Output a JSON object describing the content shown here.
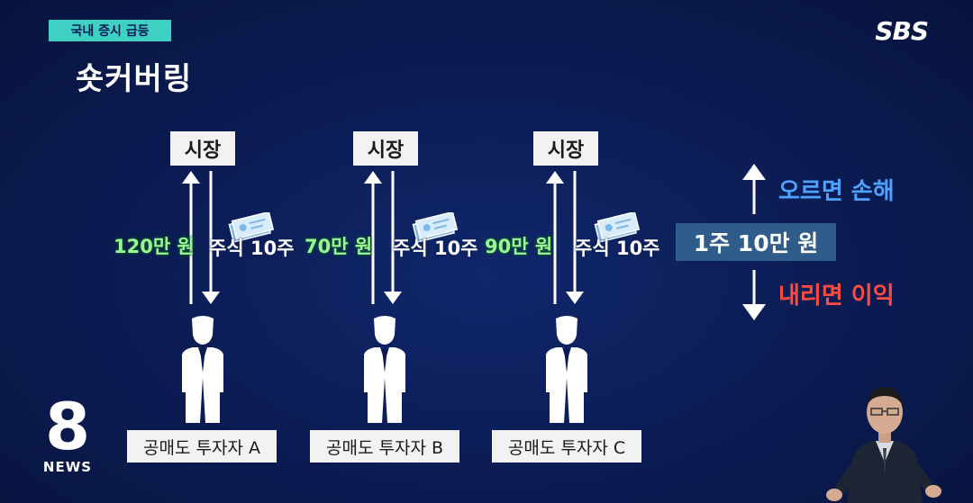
{
  "header": {
    "topic_tag": "국내 증시 급등",
    "title": "숏커버링",
    "channel_logo": "SBS"
  },
  "diagram": {
    "groups": [
      {
        "market": "시장",
        "money": "120만 원",
        "stock": "주식 10주",
        "investor": "공매도 투자자 A"
      },
      {
        "market": "시장",
        "money": "70만 원",
        "stock": "주식 10주",
        "investor": "공매도 투자자 B"
      },
      {
        "market": "시장",
        "money": "90만 원",
        "stock": "주식 10주",
        "investor": "공매도 투자자 C"
      }
    ],
    "price": "1주  10만 원",
    "rise_label": "오르면 손해",
    "fall_label": "내리면 이익"
  },
  "footer": {
    "news_number": "8",
    "news_label": "NEWS"
  },
  "icons": [
    "up-down-arrow-icon",
    "stock-certificate-icon",
    "person-icon",
    "up-arrow-icon",
    "down-arrow-icon"
  ],
  "colors": {
    "background": "#0b1b52",
    "tag": "#3fd0c4",
    "money": "#9af59a",
    "rise": "#4ea1ff",
    "fall": "#ff4c43",
    "price_box": "#2f5c8a"
  }
}
